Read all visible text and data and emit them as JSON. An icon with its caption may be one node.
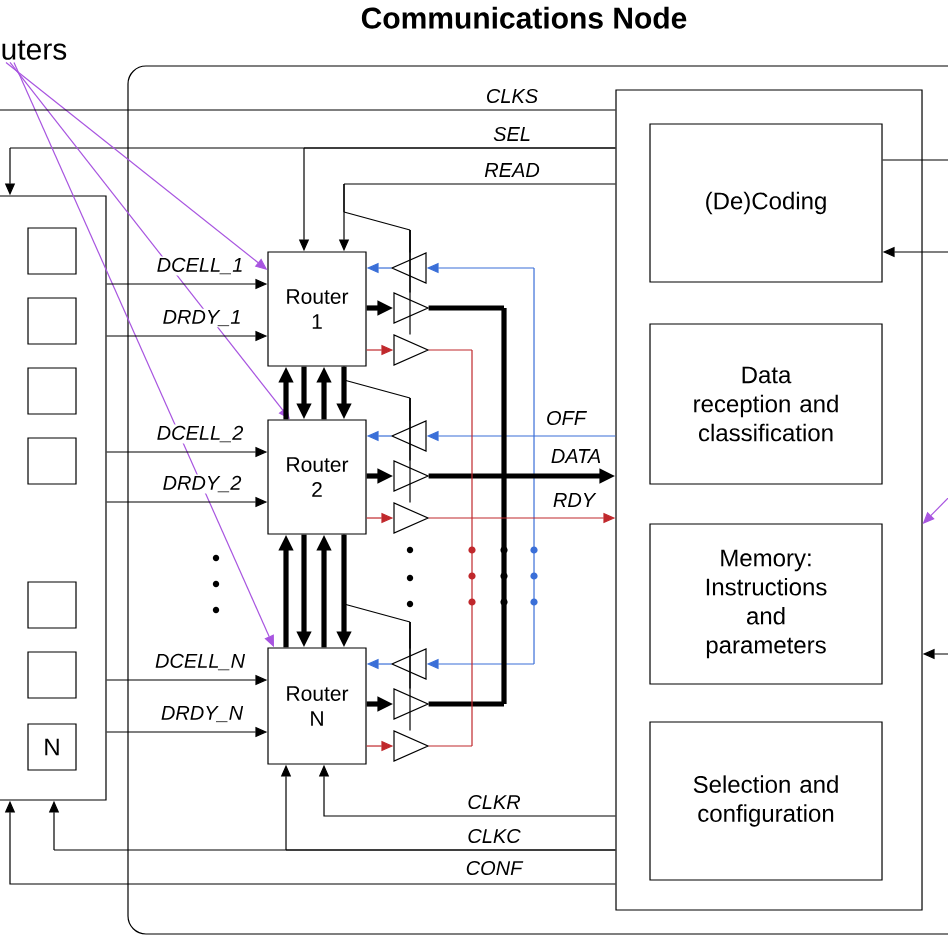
{
  "diagram": {
    "nodes": [
      {
        "text": [
          "uters"
        ]
      },
      {
        "text": [
          "Communications Node"
        ]
      },
      {
        "text": [],
        "shape": "box"
      },
      {
        "text": [],
        "shape": "box",
        "in": 2
      },
      {
        "text": [],
        "shape": "box",
        "in": 2
      },
      {
        "text": [],
        "shape": "box",
        "in": 2
      },
      {
        "text": [],
        "shape": "box",
        "in": 2
      },
      {
        "text": [],
        "shape": "box",
        "in": 2
      },
      {
        "text": [],
        "shape": "box",
        "in": 2
      },
      {
        "text": [
          "N"
        ],
        "in": 2
      },
      {
        "text": [
          "Router 1"
        ],
        "in": 1
      },
      {
        "text": [
          "Router 2"
        ],
        "in": 1
      },
      {
        "text": [
          "Router N"
        ],
        "in": 1
      },
      {
        "text": [],
        "shape": "box",
        "in": 1
      },
      {
        "text": [
          "(De)Coding"
        ],
        "in": 13
      },
      {
        "text": [
          "Data reception and classification"
        ],
        "in": 13
      },
      {
        "text": [
          "Memory: Instructions and parameters"
        ],
        "in": 13
      },
      {
        "text": [
          "Selection and configuration"
        ],
        "in": 13
      },
      {
        "text": [],
        "shape": "triangle",
        "in": 1
      },
      {
        "text": [],
        "shape": "triangle",
        "in": 1
      },
      {
        "text": [],
        "shape": "triangle",
        "in": 1
      },
      {
        "text": [],
        "shape": "triangle",
        "in": 1
      },
      {
        "text": [],
        "shape": "triangle",
        "in": 1
      },
      {
        "text": [],
        "shape": "triangle",
        "in": 1
      },
      {
        "text": [],
        "shape": "triangle",
        "in": 1
      },
      {
        "text": [],
        "shape": "triangle",
        "in": 1
      },
      {
        "text": [],
        "shape": "triangle",
        "in": 1
      }
    ],
    "edges": [
      {
        "from": 0,
        "to": 10,
        "arrow": "to",
        "color": "#a855e0"
      },
      {
        "from": 0,
        "to": 11,
        "arrow": "to",
        "color": "#a855e0"
      },
      {
        "from": 0,
        "to": 12,
        "arrow": "to",
        "color": "#a855e0"
      },
      {
        "from": 2,
        "to": 10,
        "arrow": "to",
        "label": "DCELL_1"
      },
      {
        "from": 2,
        "to": 10,
        "arrow": "to",
        "label": "DRDY_1"
      },
      {
        "from": 2,
        "to": 11,
        "arrow": "to",
        "label": "DCELL_2"
      },
      {
        "from": 2,
        "to": 11,
        "arrow": "to",
        "label": "DRDY_2"
      },
      {
        "from": 2,
        "to": 12,
        "arrow": "to",
        "label": "DCELL_N"
      },
      {
        "from": 2,
        "to": 12,
        "arrow": "to",
        "label": "DRDY_N"
      },
      {
        "from": 11,
        "to": 10,
        "arrow": "to",
        "style": "thick"
      },
      {
        "from": 10,
        "to": 11,
        "arrow": "to",
        "style": "thick"
      },
      {
        "from": 11,
        "to": 10,
        "arrow": "to",
        "style": "thick"
      },
      {
        "from": 10,
        "to": 11,
        "arrow": "to",
        "style": "thick"
      },
      {
        "from": 12,
        "to": 11,
        "arrow": "to",
        "style": "thick"
      },
      {
        "from": 11,
        "to": 12,
        "arrow": "to",
        "style": "thick"
      },
      {
        "from": 12,
        "to": 11,
        "arrow": "to",
        "style": "thick"
      },
      {
        "from": 11,
        "to": 12,
        "arrow": "to",
        "style": "thick"
      },
      {
        "from": 18,
        "to": 10,
        "arrow": "to",
        "color": "#3a6fd8"
      },
      {
        "from": 10,
        "to": 19,
        "arrow": "to",
        "style": "thick"
      },
      {
        "from": 10,
        "to": 20,
        "arrow": "to",
        "color": "#c0282c"
      },
      {
        "from": 21,
        "to": 11,
        "arrow": "to",
        "color": "#3a6fd8"
      },
      {
        "from": 11,
        "to": 22,
        "arrow": "to",
        "style": "thick"
      },
      {
        "from": 11,
        "to": 23,
        "arrow": "to",
        "color": "#c0282c"
      },
      {
        "from": 24,
        "to": 12,
        "arrow": "to",
        "color": "#3a6fd8"
      },
      {
        "from": 12,
        "to": 25,
        "arrow": "to",
        "style": "thick"
      },
      {
        "from": 12,
        "to": 26,
        "arrow": "to",
        "color": "#c0282c"
      },
      {
        "from": 13,
        "to": 18,
        "arrow": "to",
        "color": "#3a6fd8",
        "label": "OFF"
      },
      {
        "from": 13,
        "to": 21,
        "arrow": "to",
        "color": "#3a6fd8"
      },
      {
        "from": 13,
        "to": 24,
        "arrow": "to",
        "color": "#3a6fd8"
      },
      {
        "from": 19,
        "to": 13,
        "arrow": "to",
        "style": "thick",
        "label": "DATA"
      },
      {
        "from": 22,
        "to": 13,
        "arrow": "to",
        "style": "thick"
      },
      {
        "from": 25,
        "to": 13,
        "arrow": "to",
        "style": "thick"
      },
      {
        "from": 20,
        "to": 13,
        "arrow": "to",
        "color": "#c0282c",
        "label": "RDY"
      },
      {
        "from": 23,
        "to": 13,
        "arrow": "to",
        "color": "#c0282c"
      },
      {
        "from": 26,
        "to": 13,
        "arrow": "to",
        "color": "#c0282c"
      },
      {
        "from": 13,
        "to": null,
        "arrow": "none",
        "label": "CLKS"
      },
      {
        "from": 13,
        "to": 2,
        "arrow": "to",
        "label": "SEL"
      },
      {
        "from": 13,
        "to": 10,
        "arrow": "to"
      },
      {
        "from": 13,
        "to": 10,
        "arrow": "to",
        "label": "READ"
      },
      {
        "from": 13,
        "to": 12,
        "arrow": "to",
        "label": "CLKR"
      },
      {
        "from": 13,
        "to": 2,
        "arrow": "to",
        "label": "CLKC"
      },
      {
        "from": 13,
        "to": 12,
        "arrow": "to"
      },
      {
        "from": 13,
        "to": 2,
        "arrow": "to",
        "label": "CONF"
      },
      {
        "from": 14,
        "to": null,
        "arrow": "none"
      },
      {
        "from": null,
        "to": 14,
        "arrow": "to"
      },
      {
        "from": null,
        "to": 13,
        "arrow": "to"
      },
      {
        "from": null,
        "to": 13,
        "arrow": "to",
        "color": "#a855e0"
      },
      {
        "from": 13,
        "to": 18,
        "arrow": "none"
      },
      {
        "from": 13,
        "to": 19,
        "arrow": "none"
      },
      {
        "from": 13,
        "to": 20,
        "arrow": "none"
      },
      {
        "from": 10,
        "to": 21,
        "arrow": "none"
      },
      {
        "from": 10,
        "to": 22,
        "arrow": "none"
      },
      {
        "from": 10,
        "to": 23,
        "arrow": "none"
      },
      {
        "from": 11,
        "to": 24,
        "arrow": "none"
      },
      {
        "from": 11,
        "to": 25,
        "arrow": "none"
      },
      {
        "from": 11,
        "to": 26,
        "arrow": "none"
      }
    ]
  }
}
